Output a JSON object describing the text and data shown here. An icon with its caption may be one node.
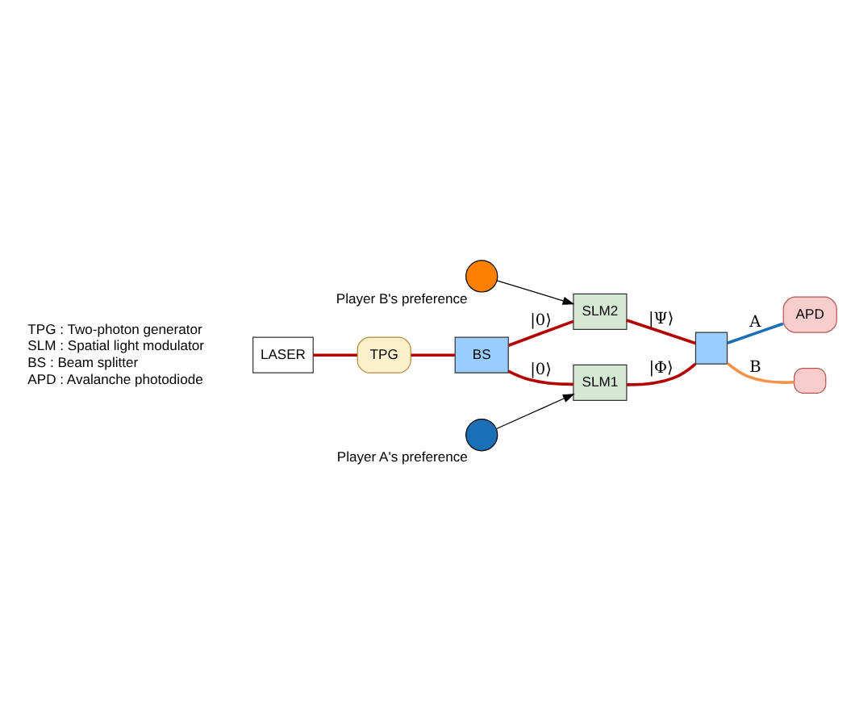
{
  "diagram": {
    "nodes": [
      {
        "text": [],
        "shape": "person",
        "beside": [
          "Player B's preference"
        ]
      },
      {
        "text": [
          "LASER"
        ]
      },
      {
        "text": [
          "TPG"
        ]
      },
      {
        "text": [
          "BS"
        ]
      },
      {
        "text": [
          "SLM2"
        ]
      },
      {
        "text": [],
        "shape": "person",
        "beside": [
          "Player A's preference"
        ]
      },
      {
        "text": [
          "SLM1"
        ]
      },
      {
        "text": [],
        "shape": "box"
      },
      {
        "text": [
          "APD"
        ]
      },
      {
        "text": [],
        "shape": "semicircle"
      }
    ],
    "edges": [
      {
        "from": 1,
        "to": 2,
        "arrow": "none"
      },
      {
        "from": 2,
        "to": 3,
        "arrow": "none"
      },
      {
        "from": 3,
        "to": 4,
        "arrow": "none",
        "label": "|0⟩"
      },
      {
        "from": 3,
        "to": 6,
        "arrow": "none",
        "label": "|0⟩"
      },
      {
        "from": 4,
        "to": 7,
        "arrow": "none",
        "label": "|Ψ⟩"
      },
      {
        "from": 6,
        "to": 7,
        "arrow": "none",
        "label": "|Φ⟩"
      },
      {
        "from": 7,
        "to": 8,
        "arrow": "none",
        "label": "A",
        "color": "#1a6fb5"
      },
      {
        "from": 7,
        "to": 9,
        "arrow": "none",
        "label": "B",
        "color": "#f39248"
      },
      {
        "from": 0,
        "to": 4,
        "arrow": "to",
        "color": "#000000"
      },
      {
        "from": 5,
        "to": 6,
        "arrow": "to",
        "color": "#000000"
      }
    ],
    "labels": [
      "TPG : Two-photon generator",
      "SLM : Spatial light modulator",
      "BS : Beam splitter",
      "APD : Avalanche photodiode"
    ]
  }
}
